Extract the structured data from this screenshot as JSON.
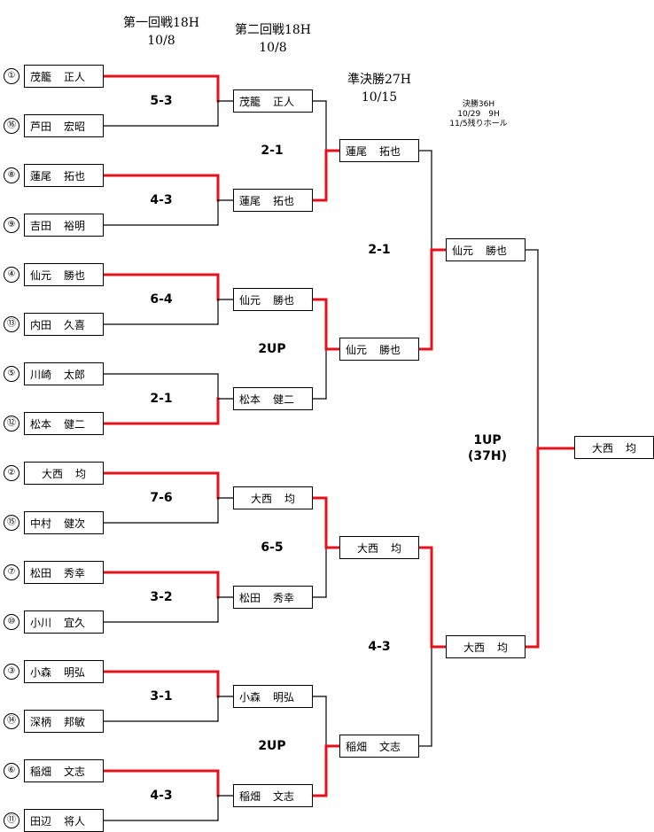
{
  "headers": {
    "round1": {
      "title": "第一回戦18H",
      "date": "10/8"
    },
    "round2": {
      "title": "第二回戦18H",
      "date": "10/8"
    },
    "semi": {
      "title": "準決勝27H",
      "date": "10/15"
    },
    "final": {
      "title": "決勝36H",
      "line2": "10/29　9H",
      "line3": "11/5残りホール"
    }
  },
  "seeds": [
    "①",
    "⑯",
    "⑧",
    "⑨",
    "④",
    "⑬",
    "⑤",
    "⑫",
    "②",
    "⑮",
    "⑦",
    "⑩",
    "③",
    "⑭",
    "⑥",
    "⑪"
  ],
  "round1_players": [
    {
      "family": "茂籠",
      "given": "正人"
    },
    {
      "family": "芦田",
      "given": "宏昭"
    },
    {
      "family": "蓮尾",
      "given": "拓也"
    },
    {
      "family": "吉田",
      "given": "裕明"
    },
    {
      "family": "仙元",
      "given": "勝也"
    },
    {
      "family": "内田",
      "given": "久喜"
    },
    {
      "family": "川崎",
      "given": "太郎"
    },
    {
      "family": "松本",
      "given": "健二"
    },
    {
      "family": "大西",
      "given": "均"
    },
    {
      "family": "中村",
      "given": "健次"
    },
    {
      "family": "松田",
      "given": "秀幸"
    },
    {
      "family": "小川",
      "given": "宜久"
    },
    {
      "family": "小森",
      "given": "明弘"
    },
    {
      "family": "深柄",
      "given": "邦敏"
    },
    {
      "family": "稲畑",
      "given": "文志"
    },
    {
      "family": "田辺",
      "given": "将人"
    }
  ],
  "round1_scores": [
    "5-3",
    "4-3",
    "6-4",
    "2-1",
    "7-6",
    "3-2",
    "3-1",
    "4-3"
  ],
  "round2_players": [
    {
      "family": "茂籠",
      "given": "正人"
    },
    {
      "family": "蓮尾",
      "given": "拓也"
    },
    {
      "family": "仙元",
      "given": "勝也"
    },
    {
      "family": "松本",
      "given": "健二"
    },
    {
      "family": "大西",
      "given": "均"
    },
    {
      "family": "松田",
      "given": "秀幸"
    },
    {
      "family": "小森",
      "given": "明弘"
    },
    {
      "family": "稲畑",
      "given": "文志"
    }
  ],
  "round2_scores": [
    "2-1",
    "2UP",
    "6-5",
    "2UP"
  ],
  "semi_players": [
    {
      "family": "蓮尾",
      "given": "拓也"
    },
    {
      "family": "仙元",
      "given": "勝也"
    },
    {
      "family": "大西",
      "given": "均"
    },
    {
      "family": "稲畑",
      "given": "文志"
    }
  ],
  "semi_scores": [
    "2-1",
    "4-3"
  ],
  "final_players": [
    {
      "family": "仙元",
      "given": "勝也"
    },
    {
      "family": "大西",
      "given": "均"
    }
  ],
  "final_score": {
    "margin": "1UP",
    "holes": "(37H)"
  },
  "champion": {
    "family": "大西",
    "given": "均"
  },
  "colors": {
    "winner_line": "#e8101a",
    "loser_line": "#000000"
  }
}
